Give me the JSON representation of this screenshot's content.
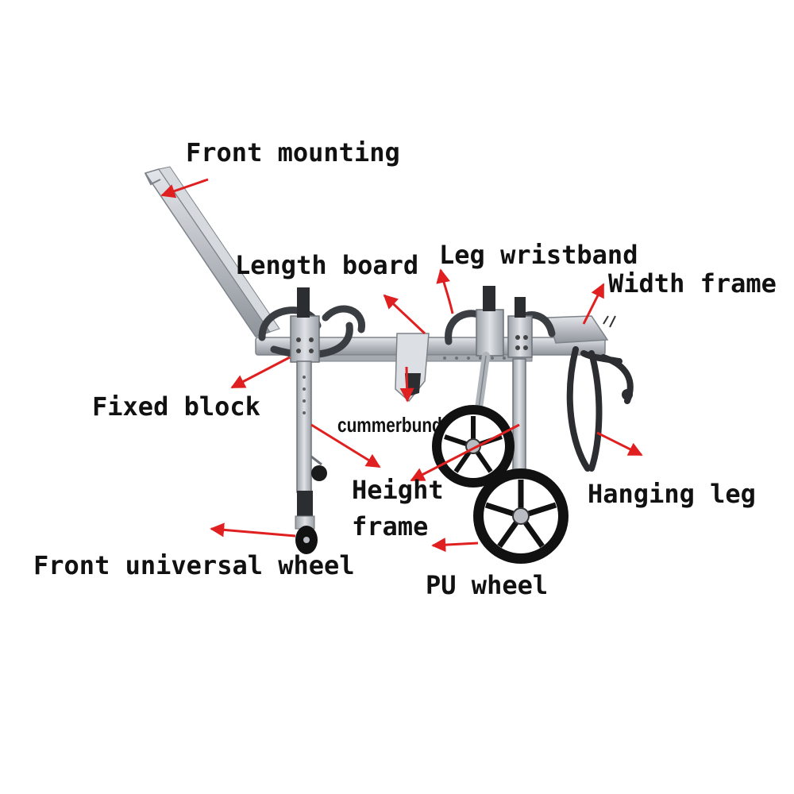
{
  "labels": {
    "front_mounting": "Front mounting",
    "length_board": "Length board",
    "leg_wristband": "Leg wristband",
    "width_frame": "Width frame",
    "fixed_block": "Fixed block",
    "cummerbund": "cummerbund",
    "height_frame_line1": "Height",
    "height_frame_line2": "frame",
    "hanging_leg": "Hanging leg",
    "front_universal_wheel": "Front universal wheel",
    "pu_wheel": "PU wheel"
  },
  "colors": {
    "arrow": "#e02020",
    "text": "#111111",
    "frame_metal": "#b8bcc2",
    "wheel": "#111111",
    "background": "#ffffff"
  }
}
